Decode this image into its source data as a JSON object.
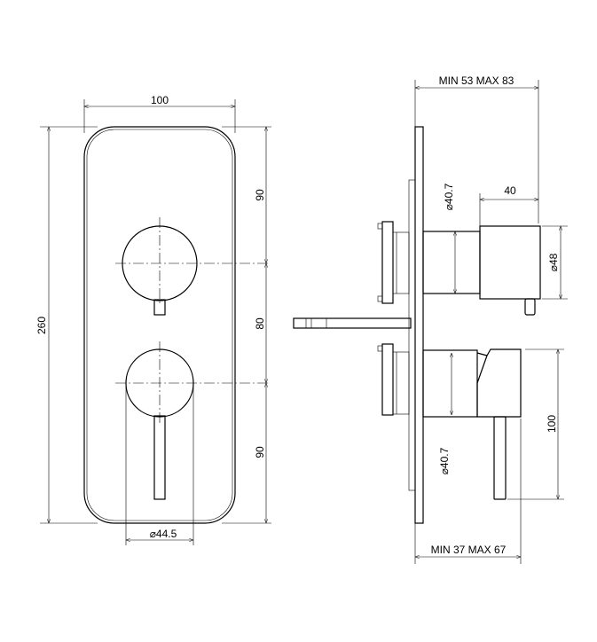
{
  "front_view": {
    "width_label": "100",
    "height_label": "260",
    "spacing_top_label": "90",
    "spacing_mid_label": "80",
    "spacing_bottom_label": "90",
    "handle_diameter_label": "⌀44.5"
  },
  "side_view": {
    "depth_top_label": "MIN 53 MAX 83",
    "depth_bottom_label": "MIN 37 MAX 67",
    "handle_length_label": "40",
    "handle_diameter_label": "⌀48",
    "upper_body_diameter_label": "⌀40.7",
    "lower_body_diameter_label": "⌀40.7",
    "lever_length_label": "100"
  }
}
